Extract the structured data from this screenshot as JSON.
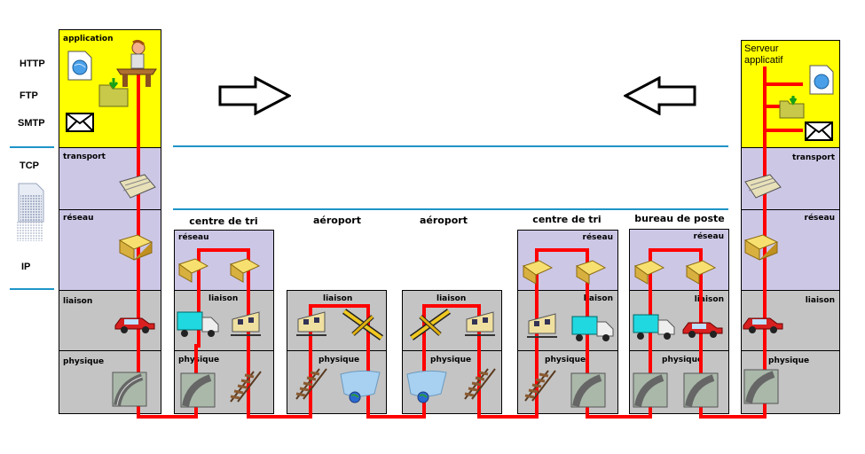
{
  "left_protocols": {
    "http": "HTTP",
    "ftp": "FTP",
    "smtp": "SMTP",
    "tcp": "TCP",
    "ip": "IP"
  },
  "client_stack": {
    "application": "application",
    "transport": "transport",
    "reseau": "réseau",
    "liaison": "liaison",
    "physique": "physique"
  },
  "server_stack": {
    "title": "Serveur applicatif",
    "transport": "transport",
    "reseau": "réseau",
    "liaison": "liaison",
    "physique": "physique"
  },
  "intermediates": [
    {
      "title": "centre de tri",
      "l1": "réseau",
      "l2": "liaison",
      "l3": "physique"
    },
    {
      "title": "aéroport",
      "l1": "liaison",
      "l2": "physique"
    },
    {
      "title": "aéroport",
      "l1": "liaison",
      "l2": "physique"
    },
    {
      "title": "centre de tri",
      "l1": "réseau",
      "l2": "liaison",
      "l3": "physique"
    },
    {
      "title": "bureau de poste",
      "l1": "réseau",
      "l2": "liaison",
      "l3": "physique"
    }
  ],
  "colors": {
    "application_layer": "#ffff00",
    "upper_layer": "#cdc7e6",
    "physical_layer": "#c4c4c4",
    "path": "#ff0000",
    "separator": "#1e95c8"
  }
}
